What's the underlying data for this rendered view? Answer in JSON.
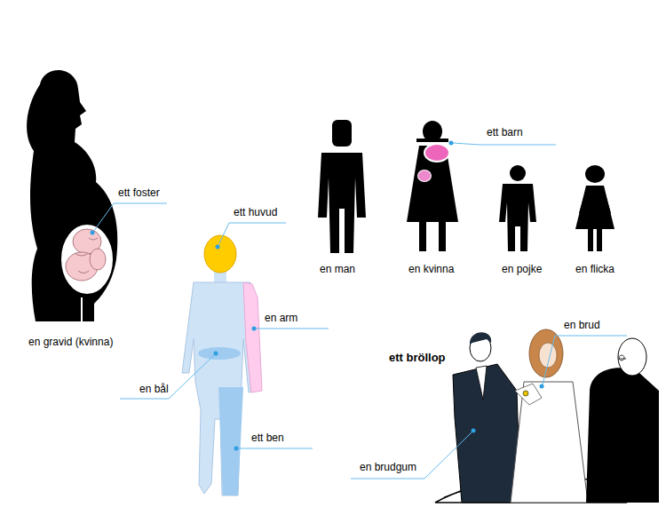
{
  "diagram": {
    "labels": [
      "ett foster",
      "ett barn",
      "ett huvud",
      "en man",
      "en kvinna",
      "en pojke",
      "en flicka",
      "en arm",
      "en gravid (kvinna)",
      "en brud",
      "ett bröllop",
      "en bål",
      "ett ben",
      "en brudgum"
    ]
  }
}
